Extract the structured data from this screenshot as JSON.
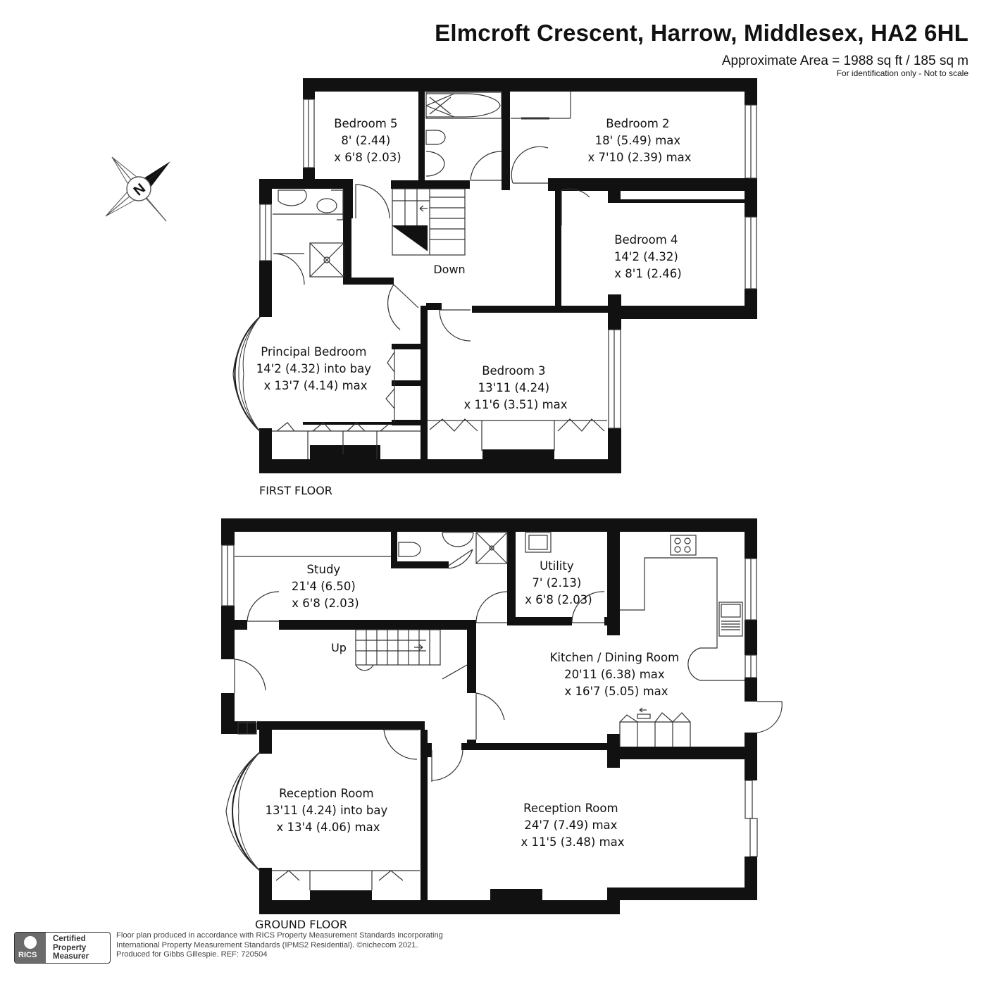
{
  "header": {
    "title": "Elmcroft Crescent, Harrow, Middlesex, HA2 6HL",
    "area": "Approximate Area = 1988 sq ft / 185 sq m",
    "note": "For identification only - Not to scale"
  },
  "compass": {
    "letter": "N"
  },
  "first_floor": {
    "label": "FIRST FLOOR",
    "stairs": "Down",
    "rooms": [
      {
        "lines": [
          "Bedroom 5",
          "8' (2.44)",
          "x 6'8 (2.03)"
        ]
      },
      {
        "lines": [
          "Bedroom 2",
          "18' (5.49) max",
          "x 7'10 (2.39) max"
        ]
      },
      {
        "lines": [
          "Bedroom 4",
          "14'2 (4.32)",
          "x 8'1 (2.46)"
        ]
      },
      {
        "lines": [
          "Principal Bedroom",
          "14'2 (4.32) into bay",
          "x 13'7 (4.14) max"
        ]
      },
      {
        "lines": [
          "Bedroom 3",
          "13'11 (4.24)",
          "x 11'6 (3.51) max"
        ]
      }
    ]
  },
  "ground_floor": {
    "label": "GROUND FLOOR",
    "stairs": "Up",
    "rooms": [
      {
        "lines": [
          "Study",
          "21'4 (6.50)",
          "x 6'8 (2.03)"
        ]
      },
      {
        "lines": [
          "Utility",
          "7' (2.13)",
          "x 6'8 (2.03)"
        ]
      },
      {
        "lines": [
          "Kitchen / Dining Room",
          "20'11 (6.38) max",
          "x 16'7 (5.05) max"
        ]
      },
      {
        "lines": [
          "Reception Room",
          "13'11 (4.24) into bay",
          "x 13'4 (4.06) max"
        ]
      },
      {
        "lines": [
          "Reception Room",
          "24'7 (7.49) max",
          "x 11'5 (3.48) max"
        ]
      }
    ]
  },
  "footer": {
    "badge": {
      "rics": "RICS",
      "line1": "Certified",
      "line2": "Property",
      "line3": "Measurer"
    },
    "line1": "Floor plan produced in accordance with RICS Property Measurement Standards incorporating",
    "line2": "International Property Measurement Standards (IPMS2 Residential).   ©nichecom 2021.",
    "line3": "Produced for Gibbs Gillespie.   REF:  720504"
  }
}
